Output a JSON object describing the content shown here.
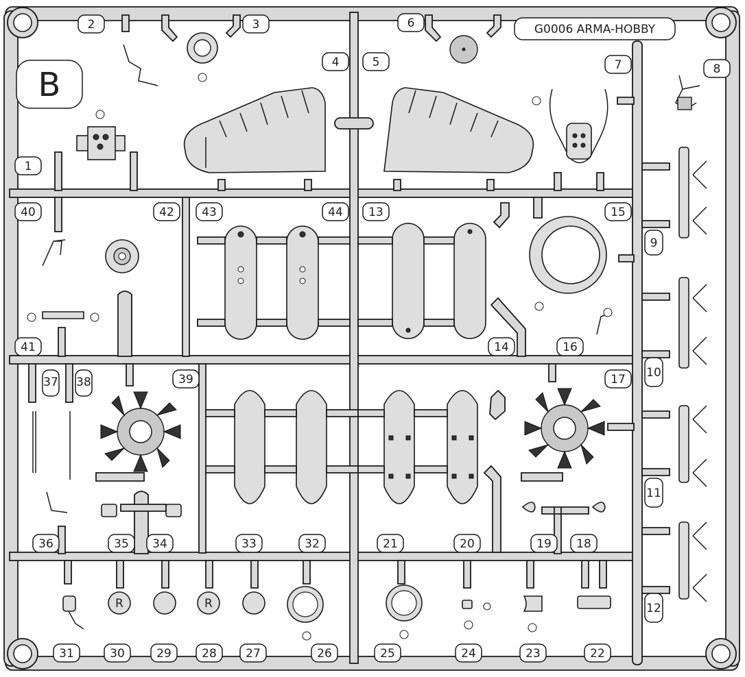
{
  "sheet": {
    "letter": "B",
    "code": "G0006 ARMA-HOBBY"
  },
  "part_numbers": [
    "1",
    "2",
    "3",
    "4",
    "5",
    "6",
    "7",
    "8",
    "9",
    "10",
    "11",
    "12",
    "13",
    "14",
    "15",
    "16",
    "17",
    "18",
    "19",
    "20",
    "21",
    "22",
    "23",
    "24",
    "25",
    "26",
    "27",
    "28",
    "29",
    "30",
    "31",
    "32",
    "33",
    "34",
    "35",
    "36",
    "37",
    "38",
    "39",
    "40",
    "41",
    "42",
    "43",
    "44"
  ],
  "colors": {
    "plastic": "#d9d9d9",
    "outline": "#1a1a1a",
    "background": "#ffffff"
  }
}
